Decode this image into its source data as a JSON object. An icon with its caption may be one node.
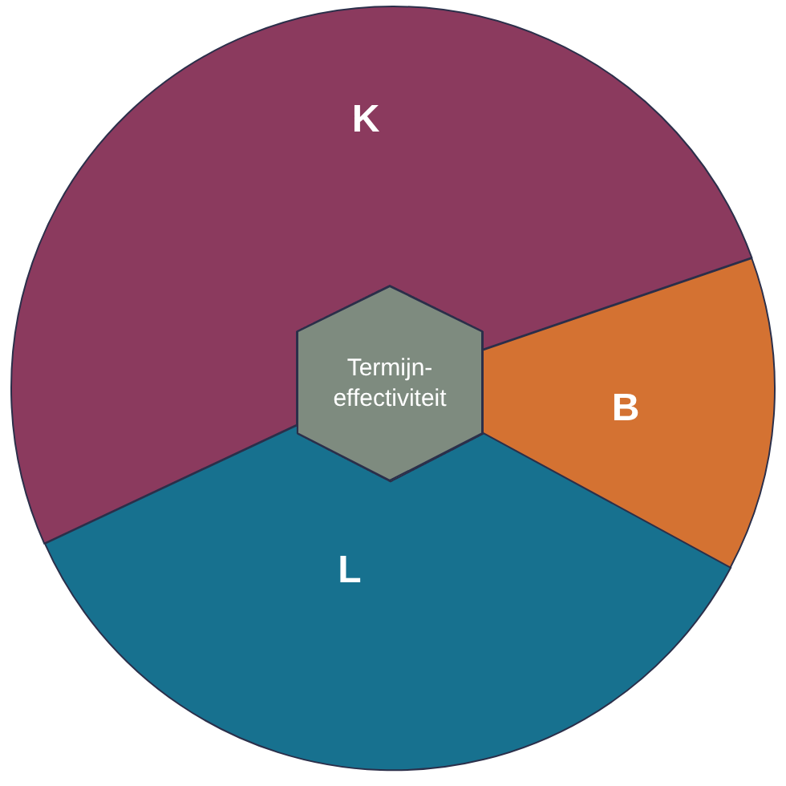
{
  "diagram": {
    "nodes": [
      {
        "text": [
          "K"
        ]
      },
      {
        "text": [
          "B"
        ]
      },
      {
        "text": [
          "L"
        ]
      },
      {
        "text": [
          "Termijn-effectiviteit"
        ]
      }
    ]
  }
}
